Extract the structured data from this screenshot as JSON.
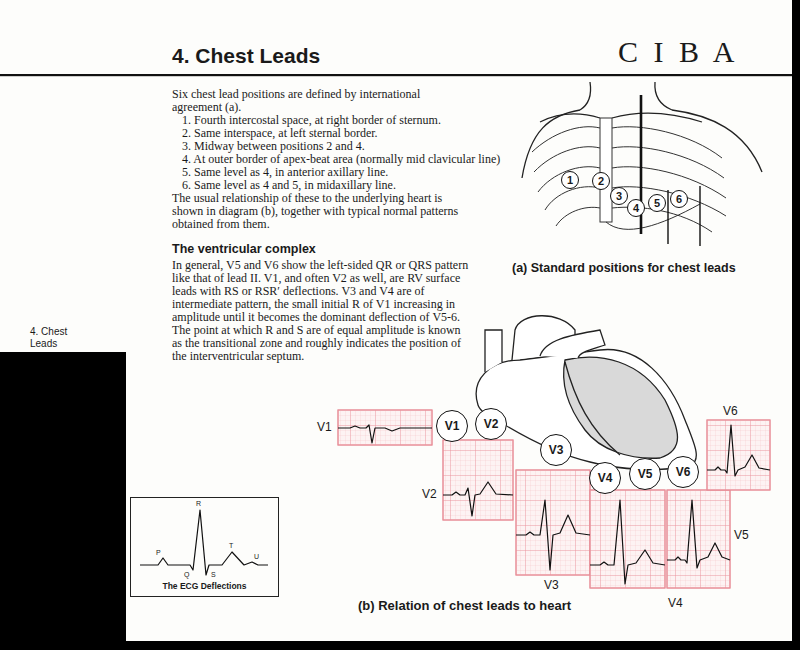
{
  "diagram": {
    "title": "4. Chest Leads",
    "nodes": [
      {
        "text": [
          "1"
        ]
      },
      {
        "text": [
          "2"
        ]
      },
      {
        "text": [
          "3"
        ]
      },
      {
        "text": [
          "4"
        ]
      },
      {
        "text": [
          "5"
        ]
      },
      {
        "text": [
          "6"
        ]
      },
      {
        "text": [
          "V1"
        ]
      },
      {
        "text": [
          "V2"
        ]
      },
      {
        "text": [
          "V3"
        ]
      },
      {
        "text": [
          "V4"
        ]
      },
      {
        "text": [
          "V5"
        ]
      },
      {
        "text": [
          "V6"
        ]
      },
      {
        "text": [
          "The ECG Deflections"
        ]
      }
    ],
    "labels": [
      "C I B A",
      "Six chest lead positions are defined by international agreement (a).",
      "1. Fourth intercostal space, at right border of sternum.",
      "2. Same interspace, at left sternal border.",
      "3. Midway between positions 2 and 4.",
      "4. At outer border of apex-beat area (normally mid clavicular line)",
      "5. Same level as 4, in anterior axillary line.",
      "6. Same level as 4 and 5, in midaxillary line.",
      "The usual relationship of these to the underlying heart is shown in diagram (b), together with typical normal patterns obtained from them.",
      "(a) Standard positions for chest leads",
      "The ventricular complex",
      "In general, V5 and V6 show the left-sided QR or QRS pattern like that of lead II. V1, and often V2 as well, are RV surface leads with RS or RSR′ deflections. V3 and V4 are of intermediate pattern, the small initial R of V1 increasing in amplitude until it becomes the dominant deflection of V5-6. The point at which R and S are of equal amplitude is known as the transitional zone and roughly indicates the position of the interventricular septum.",
      "4. Chest Leads",
      "V1",
      "V2",
      "V3",
      "V4",
      "V5",
      "V6",
      "(b) Relation of chest leads to heart",
      "R",
      "P",
      "T",
      "U",
      "Q",
      "S"
    ]
  }
}
